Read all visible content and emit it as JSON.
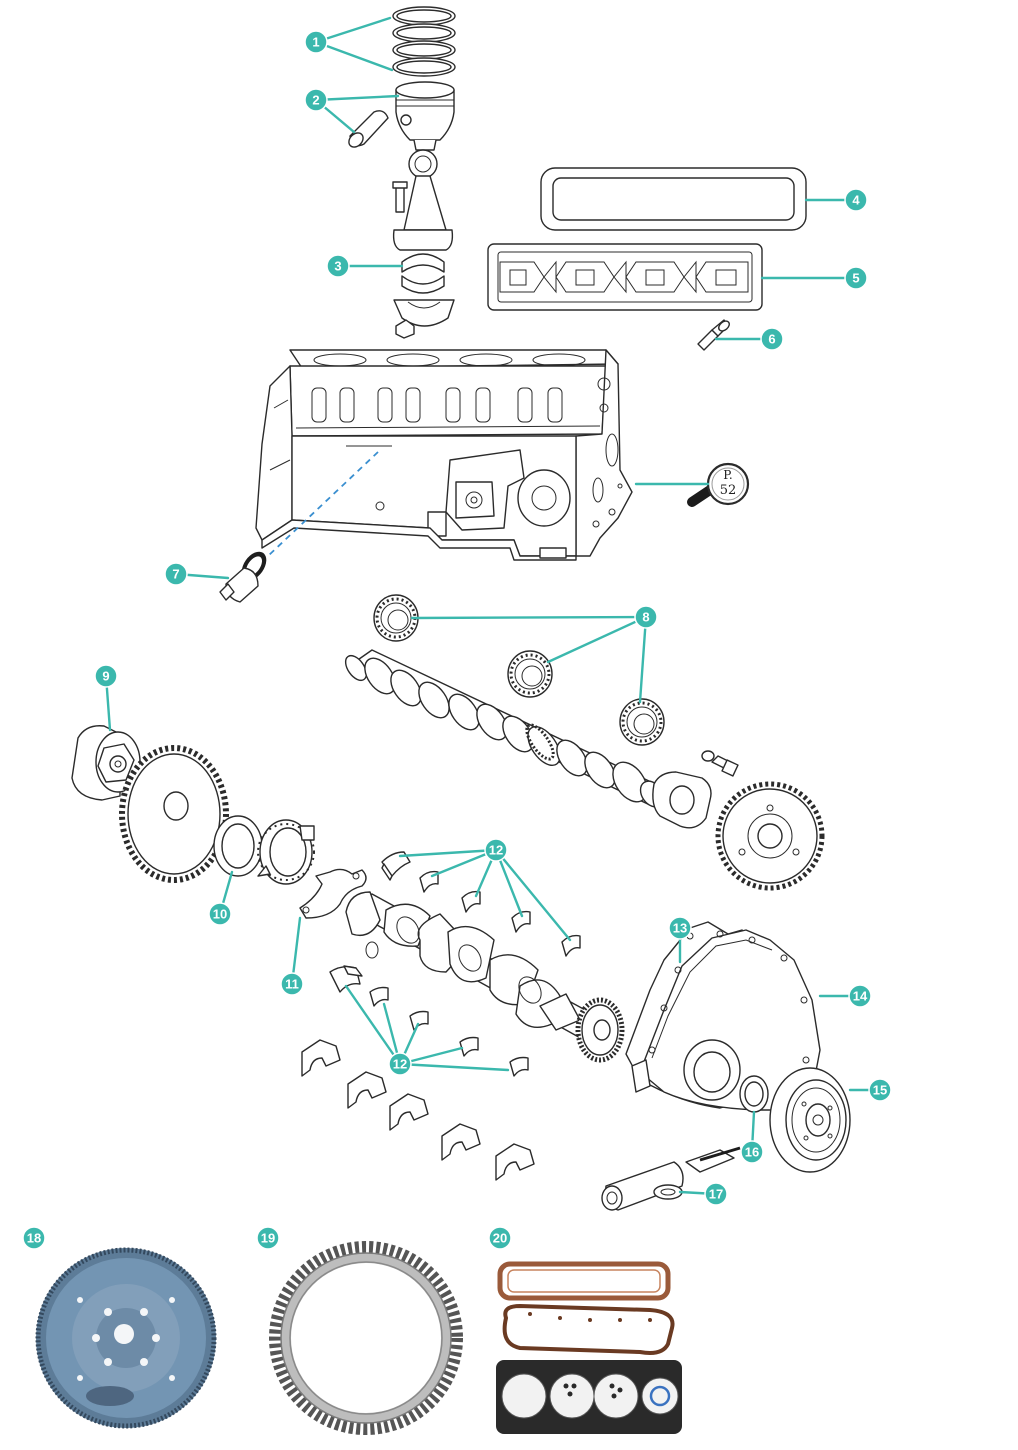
{
  "diagram": {
    "callouts": [
      "1",
      "2",
      "3",
      "4",
      "5",
      "6",
      "7",
      "8",
      "9",
      "10",
      "11",
      "12",
      "13",
      "14",
      "15",
      "16",
      "17",
      "18",
      "19",
      "20"
    ],
    "page_ref": {
      "letter": "P.",
      "number": "52"
    },
    "colors": {
      "accent": "#3bb8ad",
      "line": "#2b2b2b",
      "flywheel_blue": "#6f8fab",
      "gasket_copper": "#9a5a3a"
    }
  }
}
